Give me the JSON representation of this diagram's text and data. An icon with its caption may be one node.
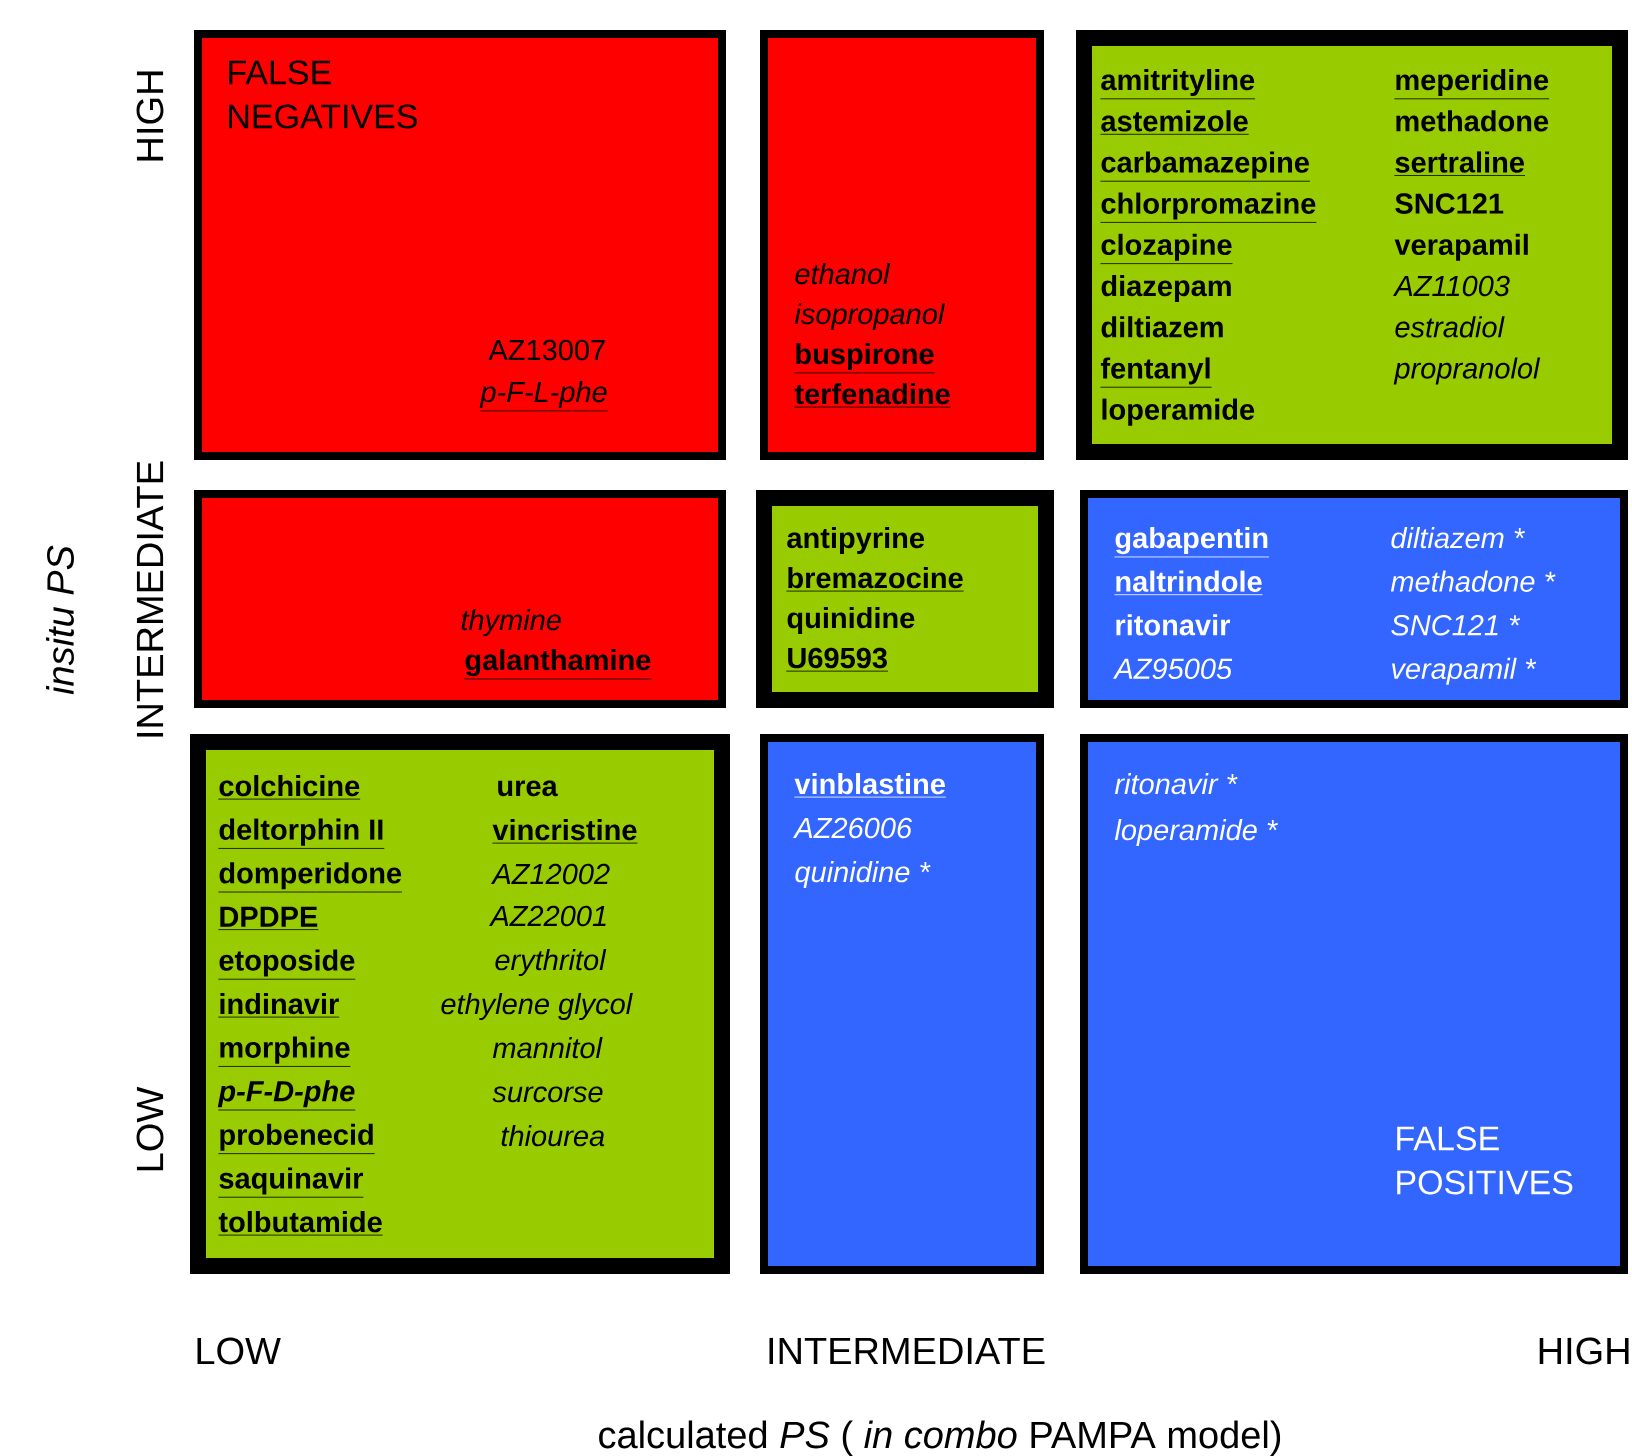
{
  "diagram": {
    "nodes": [
      {
        "text": [
          "FALSE NEGATIVES",
          "AZ13007",
          "p-F-L-phe"
        ]
      },
      {
        "text": [
          "ethanol",
          "isopropanol",
          "buspirone",
          "terfenadine"
        ]
      },
      {
        "text": [
          "amitrityline",
          "astemizole",
          "carbamazepine",
          "chlorpromazine",
          "clozapine",
          "diazepam",
          "diltiazem",
          "fentanyl",
          "loperamide",
          "meperidine",
          "methadone",
          "sertraline",
          "SNC121",
          "verapamil",
          "AZ11003",
          "estradiol",
          "propranolol"
        ]
      },
      {
        "text": [
          "thymine",
          "galanthamine"
        ]
      },
      {
        "text": [
          "antipyrine",
          "bremazocine",
          "quinidine",
          "U69593"
        ]
      },
      {
        "text": [
          "gabapentin",
          "naltrindole",
          "ritonavir",
          "AZ95005",
          "diltiazem *",
          "methadone *",
          "SNC121 *",
          "verapamil *"
        ]
      },
      {
        "text": [
          "colchicine",
          "deltorphin II",
          "domperidone",
          "DPDPE",
          "etoposide",
          "indinavir",
          "morphine",
          "p-F-D-phe",
          "probenecid",
          "saquinavir",
          "tolbutamide",
          "urea",
          "vincristine",
          "AZ12002",
          "AZ22001",
          "erythritol",
          "ethylene glycol",
          "mannitol",
          "surcorse",
          "thiourea"
        ]
      },
      {
        "text": [
          "vinblastine",
          "AZ26006",
          "quinidine *"
        ]
      },
      {
        "text": [
          "ritonavir *",
          "loperamide *",
          "FALSE POSITIVES"
        ]
      }
    ],
    "labels": [
      "HIGH",
      "INTERMEDIATE",
      "LOW",
      "insitu PS",
      "LOW",
      "INTERMEDIATE",
      "HIGH",
      "calculated *PS* ( *in combo* PAMPA model)"
    ]
  }
}
